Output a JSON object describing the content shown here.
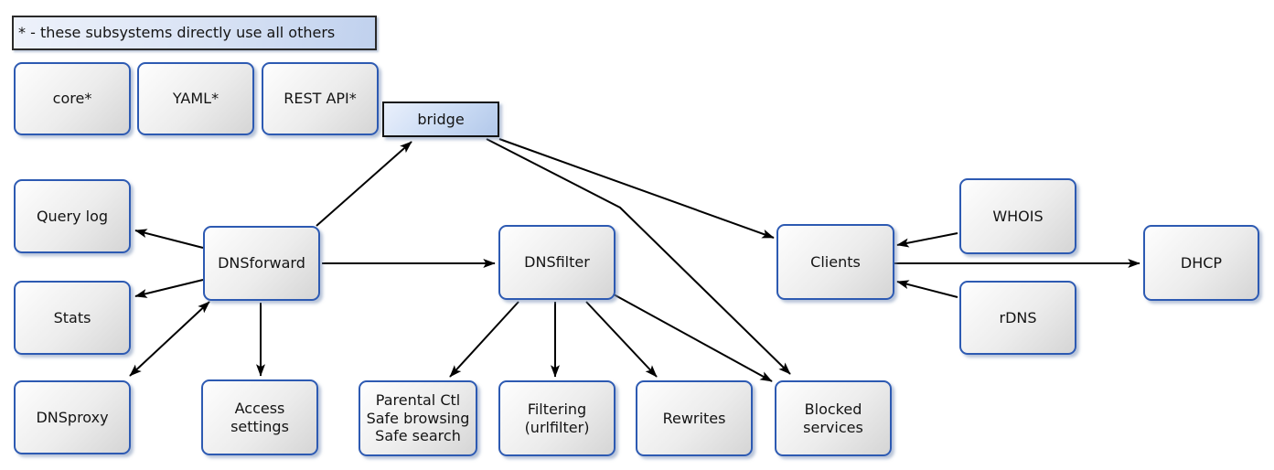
{
  "diagram": {
    "legend": {
      "text": "* - these subsystems directly use all others"
    },
    "nodes": {
      "core": {
        "label": "core*"
      },
      "yaml": {
        "label": "YAML*"
      },
      "rest_api": {
        "label": "REST API*"
      },
      "bridge": {
        "label": "bridge"
      },
      "query_log": {
        "label": "Query log"
      },
      "stats": {
        "label": "Stats"
      },
      "dnsproxy": {
        "label": "DNSproxy"
      },
      "dnsforward": {
        "label": "DNSforward"
      },
      "access_settings": {
        "label": "Access\nsettings"
      },
      "dnsfilter": {
        "label": "DNSfilter"
      },
      "parental": {
        "label": "Parental Ctl\nSafe browsing\nSafe search"
      },
      "filtering": {
        "label": "Filtering\n(urlfilter)"
      },
      "rewrites": {
        "label": "Rewrites"
      },
      "blocked_services": {
        "label": "Blocked\nservices"
      },
      "clients": {
        "label": "Clients"
      },
      "whois": {
        "label": "WHOIS"
      },
      "rdns": {
        "label": "rDNS"
      },
      "dhcp": {
        "label": "DHCP"
      }
    },
    "edges": [
      {
        "from": "dnsforward",
        "to": "bridge",
        "bidirectional": false
      },
      {
        "from": "bridge",
        "to": "clients",
        "bidirectional": false
      },
      {
        "from": "bridge",
        "to": "blocked_services",
        "bidirectional": false
      },
      {
        "from": "dnsforward",
        "to": "query_log",
        "bidirectional": false
      },
      {
        "from": "dnsforward",
        "to": "stats",
        "bidirectional": false
      },
      {
        "from": "dnsforward",
        "to": "dnsproxy",
        "bidirectional": true
      },
      {
        "from": "dnsforward",
        "to": "access_settings",
        "bidirectional": false
      },
      {
        "from": "dnsforward",
        "to": "dnsfilter",
        "bidirectional": false
      },
      {
        "from": "dnsfilter",
        "to": "parental",
        "bidirectional": false
      },
      {
        "from": "dnsfilter",
        "to": "filtering",
        "bidirectional": false
      },
      {
        "from": "dnsfilter",
        "to": "rewrites",
        "bidirectional": false
      },
      {
        "from": "dnsfilter",
        "to": "blocked_services",
        "bidirectional": false
      },
      {
        "from": "whois",
        "to": "clients",
        "bidirectional": false
      },
      {
        "from": "rdns",
        "to": "clients",
        "bidirectional": false
      },
      {
        "from": "clients",
        "to": "dhcp",
        "bidirectional": false
      }
    ],
    "colors": {
      "node_border": "#2d5ab2",
      "node_fill_light": "#fefefe",
      "node_fill_dark": "#d5d5d5",
      "accent_border": "#141414",
      "accent_fill_light": "#eaf0fb",
      "accent_fill_dark": "#b2c8ea",
      "legend_fill_light": "#eef2fb",
      "legend_fill_dark": "#c0d1ee",
      "arrow": "#000000",
      "text": "#141414",
      "background": "#ffffff"
    }
  }
}
